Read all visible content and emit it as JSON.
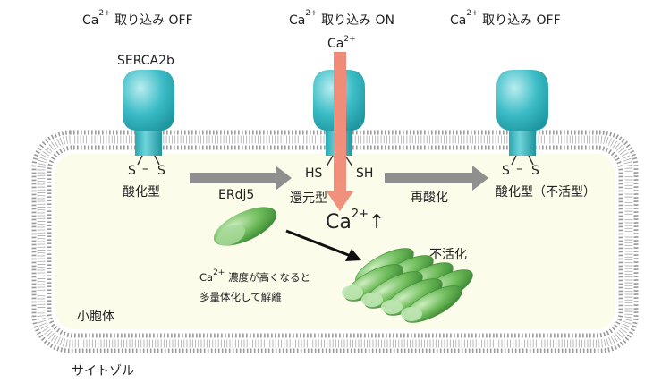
{
  "states": {
    "left": {
      "prefix": "Ca",
      "sup": "2+",
      "text": " 取り込み OFF"
    },
    "center": {
      "prefix": "Ca",
      "sup": "2+",
      "text": " 取り込み ON"
    },
    "right": {
      "prefix": "Ca",
      "sup": "2+",
      "text": " 取り込み OFF"
    }
  },
  "pump_label": "SERCA2b",
  "ion_label": {
    "prefix": "Ca",
    "sup": "2+"
  },
  "left_pump": {
    "s1": "S",
    "dash": "–",
    "s2": "S",
    "label": "酸化型"
  },
  "center_pump": {
    "hs": "HS",
    "sh": "SH",
    "label": "還元型"
  },
  "right_pump": {
    "s1": "S",
    "dash": "–",
    "s2": "S",
    "label": "酸化型（不活型）"
  },
  "arrow1_label": "ERdj5",
  "arrow2_label": "再酸化",
  "calcium_rise": {
    "prefix": "Ca",
    "sup": "2+",
    "arrow": "↑"
  },
  "inactive_label": "不活化",
  "note": {
    "line1_prefix": "Ca",
    "line1_sup": "2+",
    "line1_text": " 濃度が高くなると",
    "line2": "多量体化して解離"
  },
  "lumen_label": "小胞体",
  "cytosol_label": "サイトゾル",
  "colors": {
    "pump_teal": "#3bbcc6",
    "lumen_fill": "#fbfcea",
    "membrane": "#9a9a9a",
    "gray_arrow": "#8f8f8f",
    "ca_arrow": "#ef8a78",
    "erdj5_green": "#5fae4f"
  }
}
